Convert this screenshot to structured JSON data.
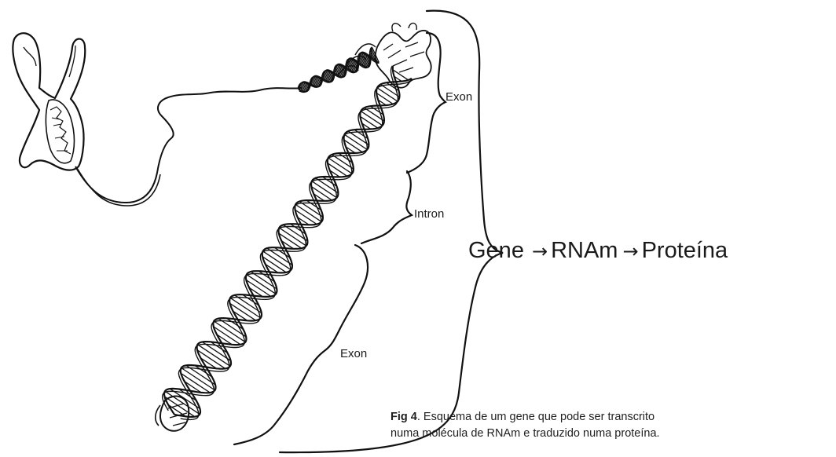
{
  "labels": {
    "exon_top": "Exon",
    "intron": "Intron",
    "exon_bottom": "Exon",
    "gene": "Gene",
    "arrow_1": "→",
    "rnam": "RNAm",
    "arrow_2": "→",
    "protein": "Proteína"
  },
  "caption": {
    "figure_ref": "Fig 4",
    "line_1_rest": ". Esquema de um gene que pode ser transcrito",
    "line_2": "numa molécula de RNAm e traduzido numa proteína."
  },
  "colors": {
    "ink": "#111111",
    "background": "#ffffff"
  }
}
